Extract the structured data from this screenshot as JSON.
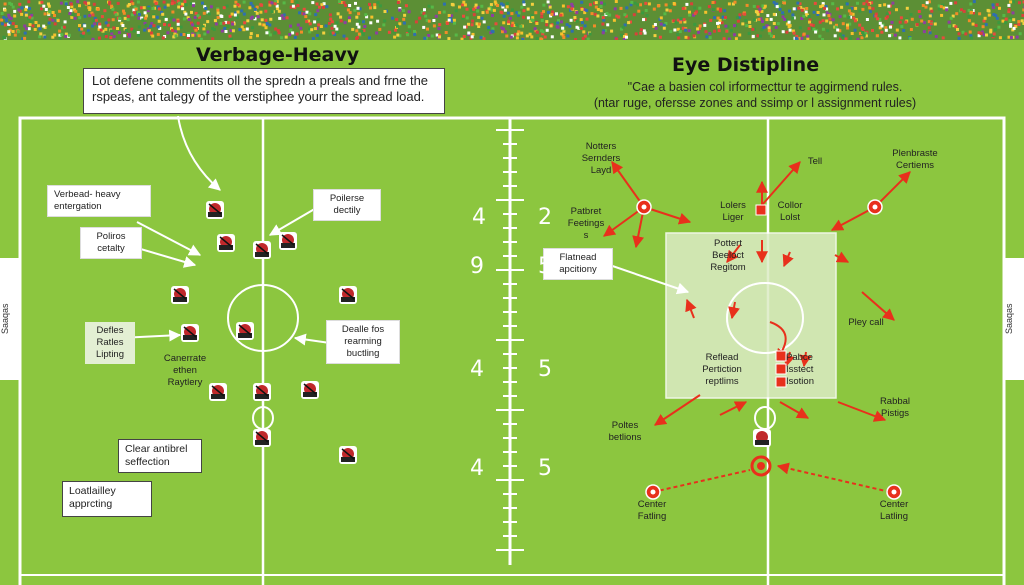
{
  "left_panel": {
    "title": "Verbage-Heavy",
    "intro_line1": "Lot defene commentits oll the spredn a preals and frne the",
    "intro_line2": "rspeas, ant talegy of the verstiphee yourr the spread load.",
    "labels": {
      "verbead": "Verbead- heavy\nentergation",
      "poliros": "Poliros\ncetalty",
      "poilerse": "Poilerse\ndectily",
      "defles": "Defles\nRatles\nLipting",
      "canerrate": "Canerrate\nethen\nRaytlery",
      "dealle": "Dealle fos\nrearming\nbuctling"
    },
    "clear_box": "Clear antibrel\nseffection",
    "load_box": "Loatlailley\napprcting",
    "side_label": "Saaqas"
  },
  "right_panel": {
    "title": "Eye Distipline",
    "sub_line1": "\"Cae a basien col irformecttur te aggirmend rules.",
    "sub_line2": "(ntar ruge, ofersse zones and ssimp or l assignment rules)",
    "labels": {
      "notters": "Notters\nSernders\nLayd",
      "tell": "Tell",
      "plenbrate": "Plenbraste\nCertiems",
      "patbret": "Patbret\nFeetings\ns",
      "lolers": "Lolers\nLiger",
      "collor": "Collor\nLolst",
      "flatnead": "Flatnead\napcitiony",
      "potbert": "Pottert\nBeeloct\nRegitom",
      "play_call": "Pley call",
      "reflead": "Reflead\nPertiction\nreptlims",
      "pabce": "Pabce\nIsstect\nIsotion",
      "poltes": "Poltes\nbetlions",
      "rabbal": "Rabbal\nPistigs",
      "center1": "Center\nFatling",
      "center2": "Center\nLatling"
    },
    "side_label": "Saaqas"
  },
  "yard_numbers": {
    "l1": "4",
    "r1": "2",
    "l2": "9",
    "r2": "5",
    "l3": "4",
    "r3": "5",
    "l4": "4",
    "r4": "5"
  },
  "colors": {
    "grass": "#8cc63f",
    "grass_dark": "#7cb335",
    "line": "#ffffff",
    "arrow": "#e8301c",
    "zone": "#dcecc5"
  }
}
